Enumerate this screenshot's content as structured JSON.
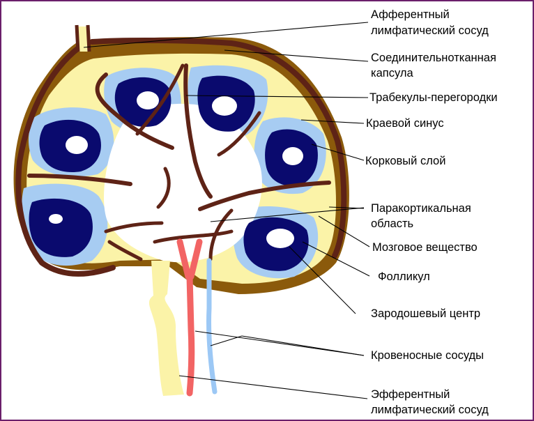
{
  "colors": {
    "capsule": "#8b5a0b",
    "trabecula": "#5e2316",
    "sinus": "#fbf3a8",
    "cortex": "#a7ccf2",
    "follicle": "#0a0a6e",
    "germinal": "#ffffff",
    "artery": "#f26464",
    "vein": "#9cc8f5",
    "frame": "#6b1f6b"
  },
  "labels": {
    "afferent_1": "Афферентный",
    "afferent_2": "лимфатический сосуд",
    "capsule_1": "Соединительнотканная",
    "capsule_2": "капсула",
    "trabeculae": "Трабекулы-перегородки",
    "marginal_sinus": "Краевой синус",
    "cortex": "Корковый слой",
    "paracortex_1": "Паракортикальная",
    "paracortex_2": "область",
    "medulla": "Мозговое вещество",
    "follicle": "Фолликул",
    "germinal_center": "Зародошевый центр",
    "blood_vessels": "Кровеносные сосуды",
    "efferent_1": "Эфферентный",
    "efferent_2": "лимфатический сосуд"
  }
}
